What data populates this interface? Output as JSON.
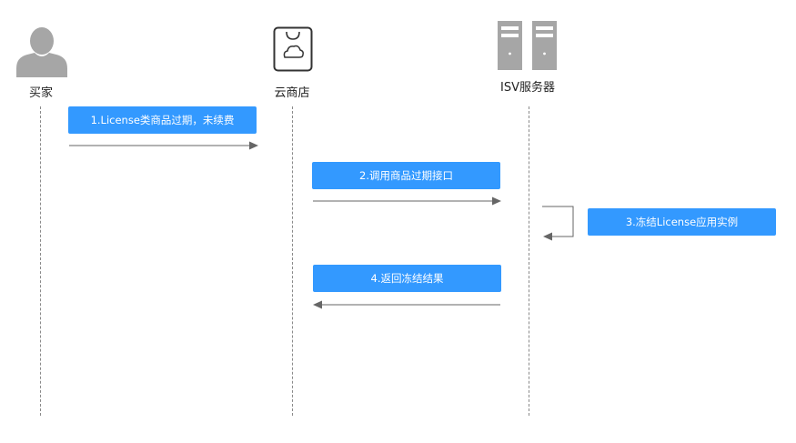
{
  "actors": {
    "buyer": {
      "label": "买家",
      "icon": "user-icon"
    },
    "cloud_store": {
      "label": "云商店",
      "icon": "shopping-bag-icon"
    },
    "isv_server": {
      "label": "ISV服务器",
      "icon": "server-icon"
    }
  },
  "steps": [
    {
      "label": "1.License类商品过期，未续费",
      "from": "buyer",
      "to": "cloud_store"
    },
    {
      "label": "2.调用商品过期接口",
      "from": "cloud_store",
      "to": "isv_server"
    },
    {
      "label": "3.冻结License应用实例",
      "from": "isv_server",
      "to": "isv_server"
    },
    {
      "label": "4.返回冻结结果",
      "from": "isv_server",
      "to": "cloud_store"
    }
  ],
  "colors": {
    "step_box": "#3399ff",
    "icon_gray": "#a6a6a6",
    "line": "#666666"
  }
}
